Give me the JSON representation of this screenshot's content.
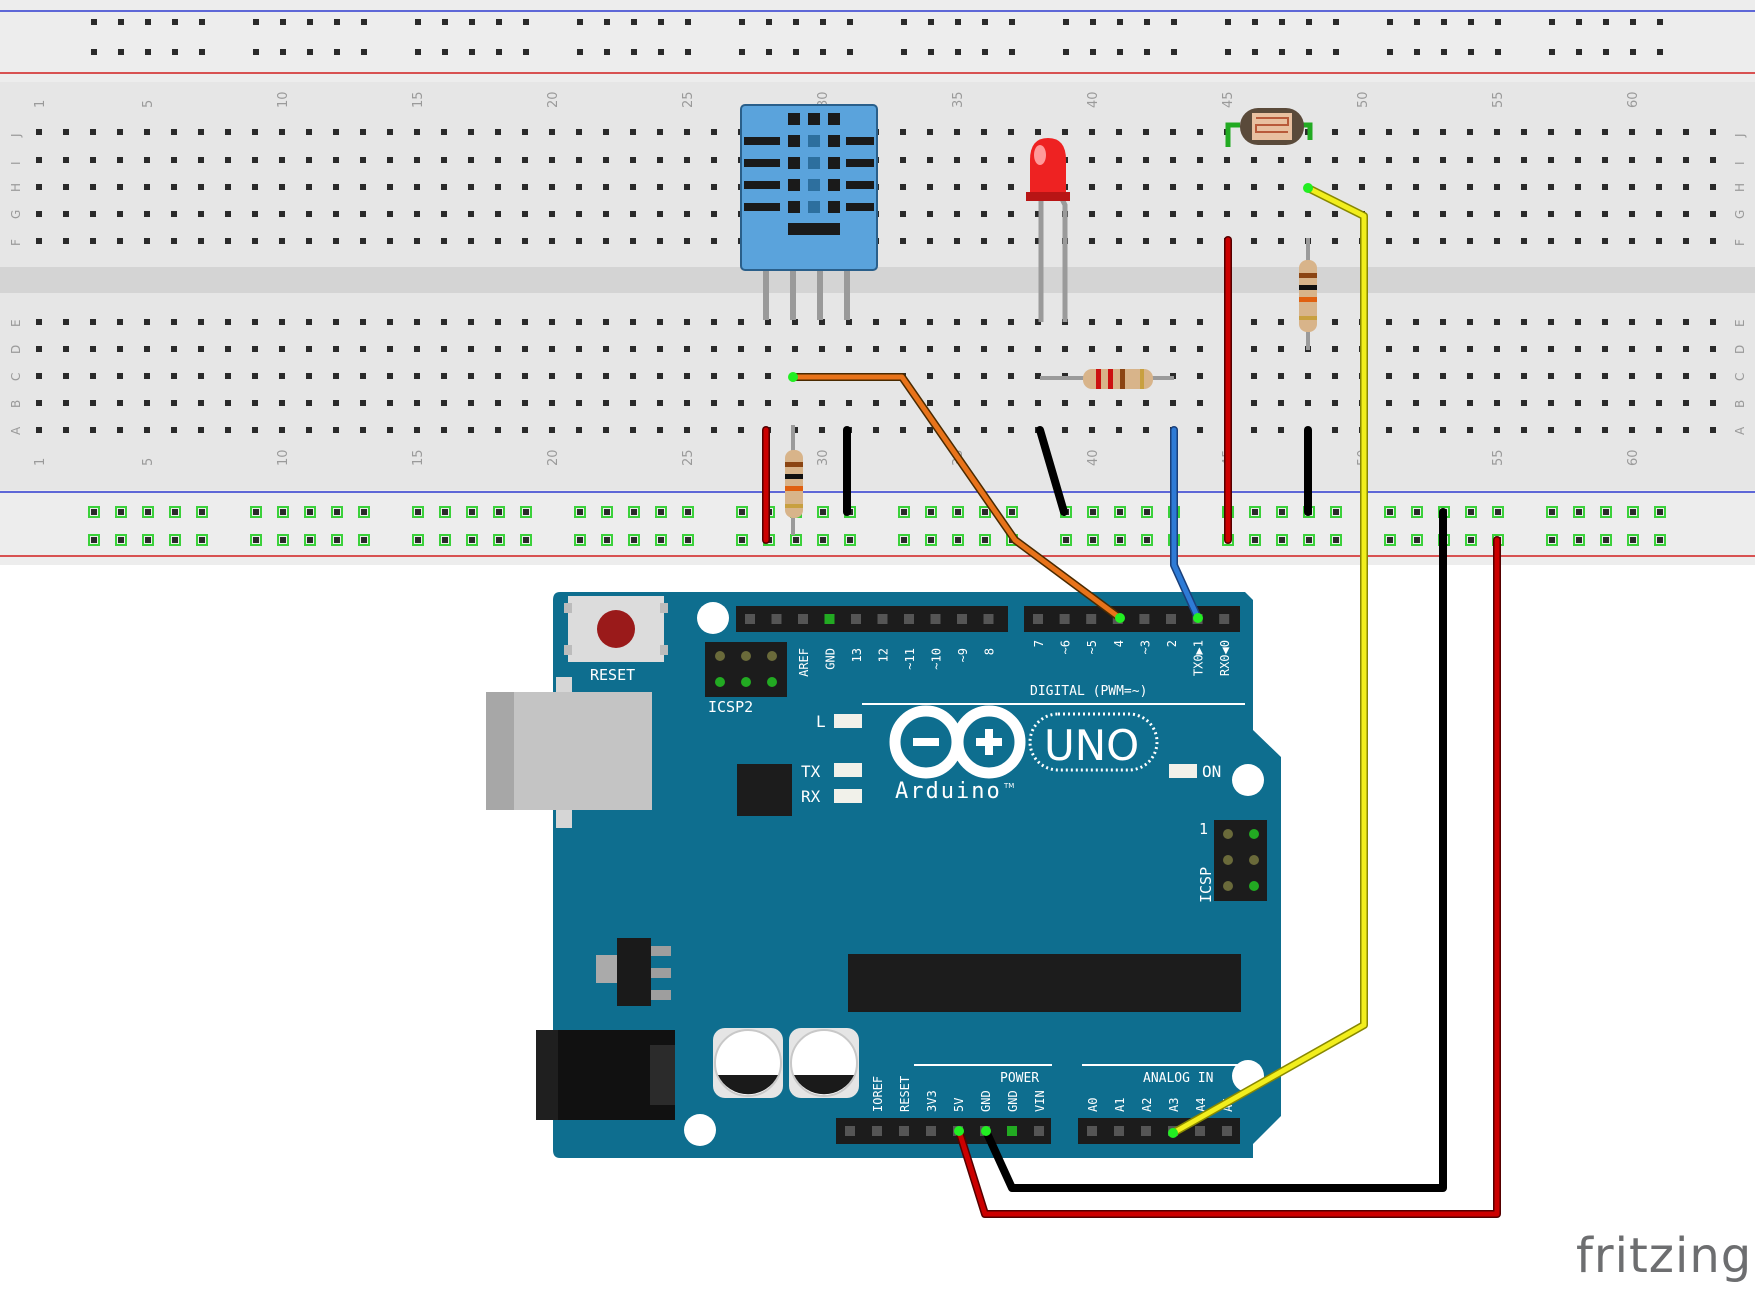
{
  "brand": "fritzing",
  "breadboard": {
    "row_letters_top": [
      "J",
      "I",
      "H",
      "G",
      "F"
    ],
    "row_letters_bottom": [
      "E",
      "D",
      "C",
      "B",
      "A"
    ],
    "column_numbers": [
      "1",
      "5",
      "10",
      "15",
      "20",
      "25",
      "30",
      "35",
      "40",
      "45",
      "50",
      "55",
      "60"
    ]
  },
  "arduino": {
    "reset_label": "RESET",
    "icsp2_label": "ICSP2",
    "icsp_label": "ICSP",
    "icsp_pin1": "1",
    "digital_label": "DIGITAL (PWM=~)",
    "digital_pins_a": [
      "AREF",
      "GND",
      "13",
      "12",
      "~11",
      "~10",
      "~9",
      "8"
    ],
    "digital_pins_b": [
      "7",
      "~6",
      "~5",
      "4",
      "~3",
      "2",
      "TX0▶1",
      "RX0◀0"
    ],
    "led_l": "L",
    "led_tx": "TX",
    "led_rx": "RX",
    "led_on": "ON",
    "logo_name": "Arduino",
    "logo_tm": "TM",
    "model": "UNO",
    "power_label": "POWER",
    "analog_label": "ANALOG IN",
    "power_pins": [
      "IOREF",
      "RESET",
      "3V3",
      "5V",
      "GND",
      "GND",
      "VIN"
    ],
    "analog_pins": [
      "A0",
      "A1",
      "A2",
      "A3",
      "A4",
      "A5"
    ]
  },
  "colors": {
    "board": "#0e6e8f",
    "breadboard": "#e6e6e6",
    "wire_orange": "#e8731a",
    "wire_blue": "#2e7bd6",
    "wire_red": "#cc0000",
    "wire_black": "#111111",
    "wire_yellow": "#f2ee1d",
    "sensor_blue": "#5aa3dc"
  }
}
